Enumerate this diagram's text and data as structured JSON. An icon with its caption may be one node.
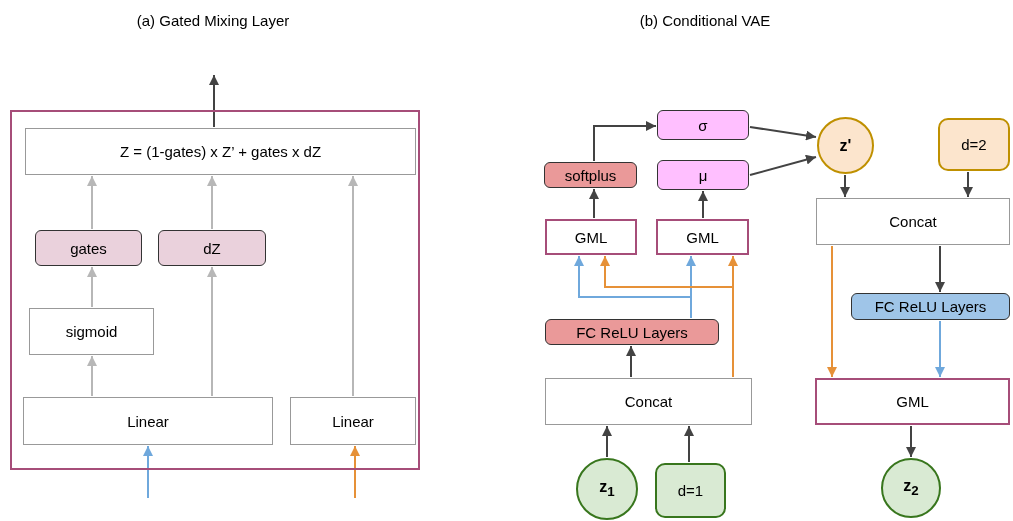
{
  "diagram": {
    "nodes": [
      {
        "text": [],
        "shape": "box"
      },
      {
        "text": [
          "Z = (1-gates) x Z’ + gates x dZ"
        ],
        "in": 0
      },
      {
        "text": [
          "gates"
        ],
        "in": 0
      },
      {
        "text": [
          "dZ"
        ],
        "in": 0
      },
      {
        "text": [
          "sigmoid"
        ],
        "in": 0
      },
      {
        "text": [
          "Linear"
        ],
        "in": 0
      },
      {
        "text": [
          "Linear"
        ],
        "in": 0
      },
      {
        "text": [
          "softplus"
        ]
      },
      {
        "text": [
          "σ"
        ]
      },
      {
        "text": [
          "μ"
        ]
      },
      {
        "text": [
          "GML"
        ]
      },
      {
        "text": [
          "GML"
        ]
      },
      {
        "text": [
          "FC ReLU Layers"
        ]
      },
      {
        "text": [
          "Concat"
        ]
      },
      {
        "text": [
          "z$_{1}$"
        ]
      },
      {
        "text": [
          "d=1"
        ]
      },
      {
        "text": [
          "z'"
        ]
      },
      {
        "text": [
          "d=2"
        ]
      },
      {
        "text": [
          "Concat"
        ]
      },
      {
        "text": [
          "FC ReLU Layers"
        ]
      },
      {
        "text": [
          "GML"
        ]
      },
      {
        "text": [
          "z$_{2}$"
        ]
      }
    ],
    "edges": [
      {
        "from": 1,
        "to": null,
        "arrow": "to"
      },
      {
        "from": null,
        "to": 5,
        "arrow": "to",
        "color": "#6fa8dc"
      },
      {
        "from": null,
        "to": 6,
        "arrow": "to",
        "color": "#e69138"
      },
      {
        "from": 5,
        "to": 4,
        "arrow": "to",
        "color": "#b7b7b7"
      },
      {
        "from": 4,
        "to": 2,
        "arrow": "to",
        "color": "#b7b7b7"
      },
      {
        "from": 2,
        "to": 1,
        "arrow": "to",
        "color": "#b7b7b7"
      },
      {
        "from": 3,
        "to": 1,
        "arrow": "to",
        "color": "#b7b7b7"
      },
      {
        "from": 5,
        "to": 3,
        "arrow": "to",
        "color": "#b7b7b7"
      },
      {
        "from": 6,
        "to": 1,
        "arrow": "to",
        "color": "#b7b7b7"
      },
      {
        "from": 14,
        "to": 13,
        "arrow": "to"
      },
      {
        "from": 15,
        "to": 13,
        "arrow": "to"
      },
      {
        "from": 13,
        "to": 12,
        "arrow": "to"
      },
      {
        "from": 12,
        "to": 10,
        "arrow": "to",
        "color": "#6fa8dc"
      },
      {
        "from": 12,
        "to": 11,
        "arrow": "to",
        "color": "#6fa8dc"
      },
      {
        "from": 13,
        "to": 10,
        "arrow": "to",
        "color": "#e69138"
      },
      {
        "from": 13,
        "to": 11,
        "arrow": "to",
        "color": "#e69138"
      },
      {
        "from": 10,
        "to": 7,
        "arrow": "to"
      },
      {
        "from": 11,
        "to": 9,
        "arrow": "to"
      },
      {
        "from": 7,
        "to": 8,
        "arrow": "to"
      },
      {
        "from": 8,
        "to": 16,
        "arrow": "to"
      },
      {
        "from": 9,
        "to": 16,
        "arrow": "to"
      },
      {
        "from": 16,
        "to": 18,
        "arrow": "to"
      },
      {
        "from": 17,
        "to": 18,
        "arrow": "to"
      },
      {
        "from": 18,
        "to": 19,
        "arrow": "to"
      },
      {
        "from": 19,
        "to": 20,
        "arrow": "to",
        "color": "#6fa8dc"
      },
      {
        "from": 18,
        "to": 20,
        "arrow": "to",
        "color": "#e69138"
      },
      {
        "from": 20,
        "to": 21,
        "arrow": "to"
      }
    ],
    "labels": [
      "(a) Gated Mixing Layer",
      "(b) Conditional VAE"
    ]
  }
}
